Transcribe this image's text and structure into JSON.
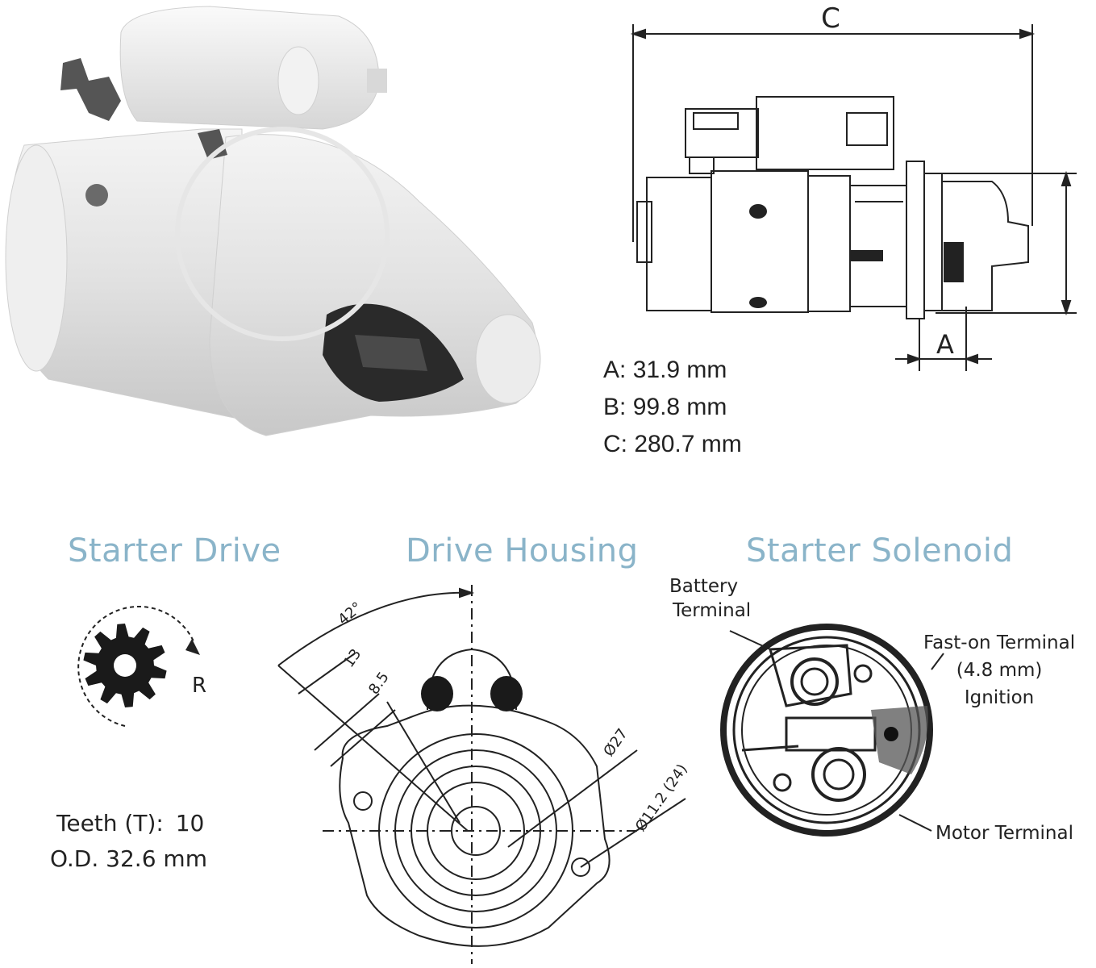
{
  "dimensions": {
    "letters": {
      "c": "C",
      "a": "A"
    },
    "lines": [
      {
        "label": "A:",
        "value": "31.9 mm"
      },
      {
        "label": "B:",
        "value": "99.8 mm"
      },
      {
        "label": "C:",
        "value": "280.7 mm"
      }
    ]
  },
  "starter_drive": {
    "title": "Starter Drive",
    "rotation": "R",
    "teeth_label": "Teeth (T):",
    "teeth_value": "10",
    "od_label": "O.D.",
    "od_value": "32.6 mm"
  },
  "drive_housing": {
    "title": "Drive Housing",
    "angle": "42°",
    "dim_13": "13",
    "dim_85": "8.5",
    "dia_27": "Ø27",
    "dia_112": "Ø11.2 (24)"
  },
  "starter_solenoid": {
    "title": "Starter Solenoid",
    "battery_terminal": [
      "Battery",
      "Terminal"
    ],
    "fast_on_terminal": [
      "Fast-on Terminal",
      "(4.8 mm)",
      "Ignition"
    ],
    "motor_terminal": "Motor Terminal"
  },
  "colors": {
    "title_color": "#8ab4c9",
    "ink": "#222222"
  },
  "icons": [
    "gear-icon",
    "rotation-arrow-icon"
  ]
}
